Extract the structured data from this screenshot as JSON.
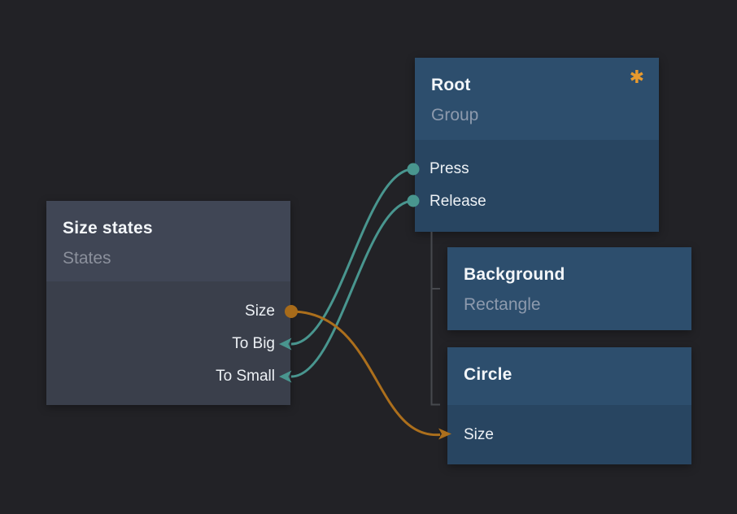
{
  "colors": {
    "background": "#222226",
    "node_blue_header": "#2d4e6d",
    "node_blue_body": "#284561",
    "node_gray_header": "#404655",
    "node_gray_body": "#3a3f4b",
    "title_text": "#f3f6f9",
    "subtitle_text_blue": "#8d9aad",
    "subtitle_text_gray": "#8b909c",
    "port_text": "#edf1f5",
    "wire_teal": "#49968f",
    "wire_orange": "#ac6f1c",
    "orange_dot": "#a76b1a",
    "badge_orange": "#e89a2e",
    "hierarchy_line": "#47494e"
  },
  "nodes": {
    "size_states": {
      "title": "Size states",
      "subtitle": "States",
      "ports": [
        {
          "label": "Size"
        },
        {
          "label": "To Big"
        },
        {
          "label": "To Small"
        }
      ]
    },
    "root": {
      "title": "Root",
      "subtitle": "Group",
      "badge_glyph": "✱",
      "ports": [
        {
          "label": "Press"
        },
        {
          "label": "Release"
        }
      ]
    },
    "background": {
      "title": "Background",
      "subtitle": "Rectangle"
    },
    "circle": {
      "title": "Circle",
      "ports": [
        {
          "label": "Size"
        }
      ]
    }
  },
  "connections": [
    {
      "from": "Root / Press",
      "to": "Size states / To Big",
      "color": "#49968f"
    },
    {
      "from": "Root / Release",
      "to": "Size states / To Small",
      "color": "#49968f"
    },
    {
      "from": "Size states / Size",
      "to": "Circle / Size",
      "color": "#ac6f1c"
    }
  ],
  "hierarchy": {
    "parent": "Root",
    "children": [
      "Background",
      "Circle"
    ]
  }
}
